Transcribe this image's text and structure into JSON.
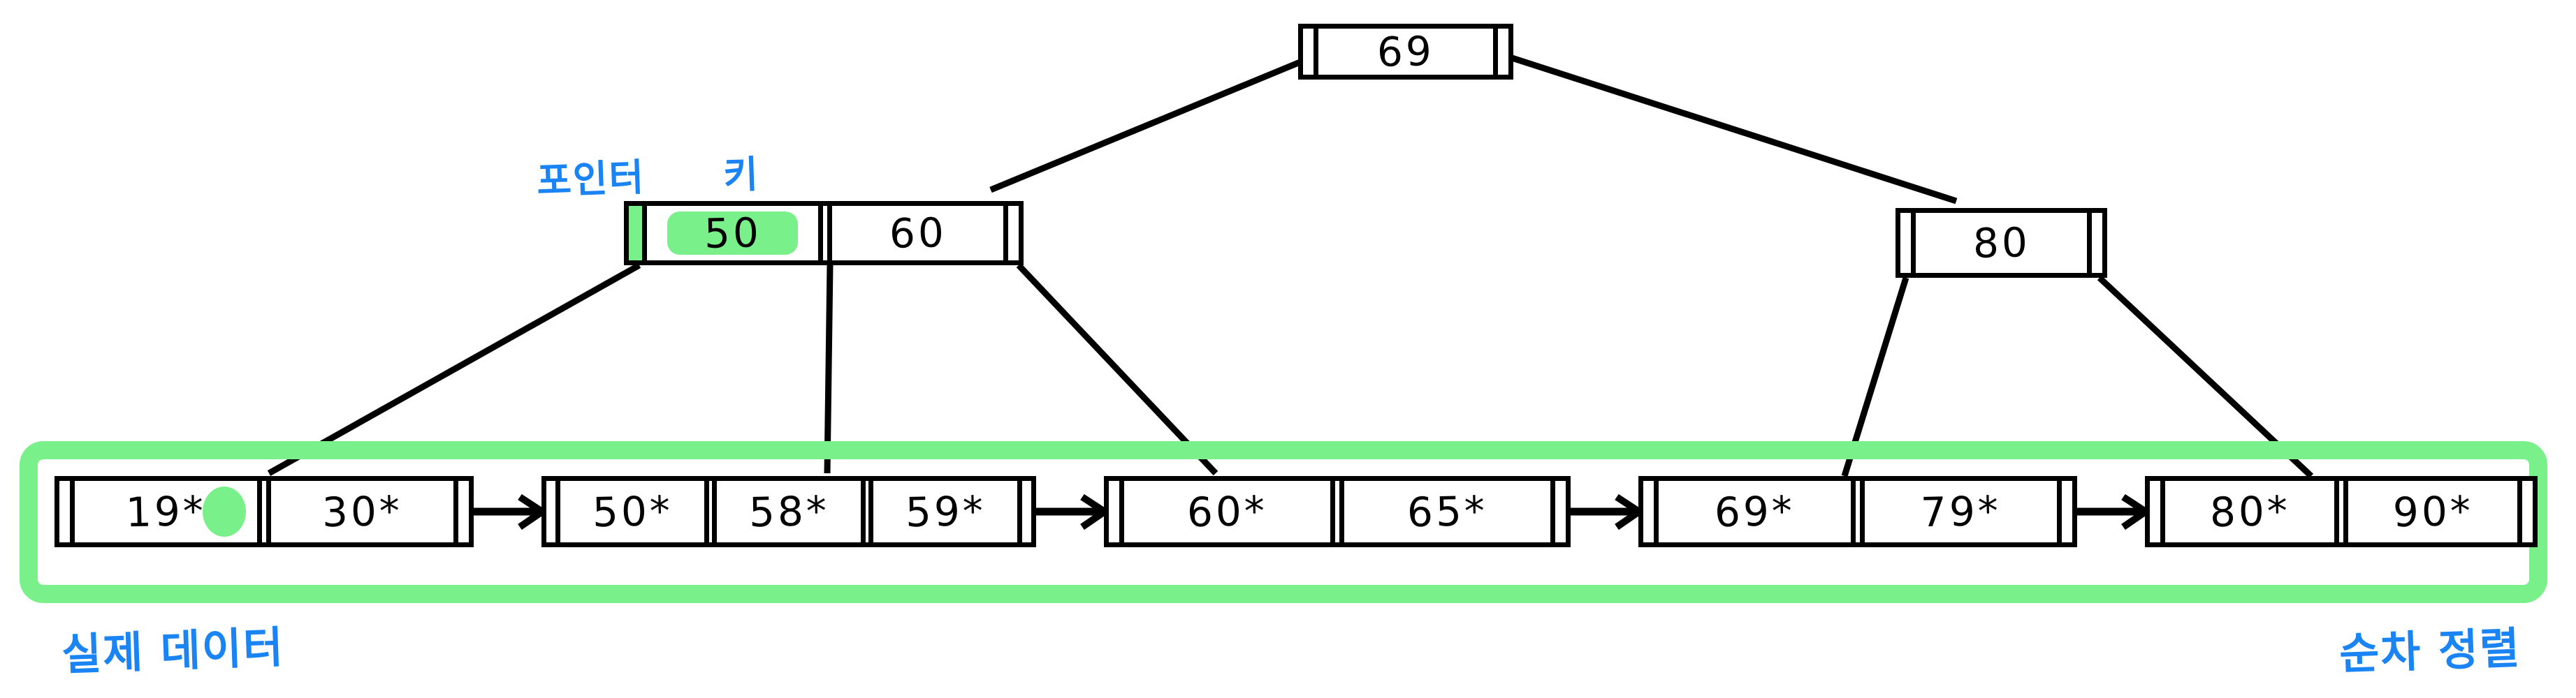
{
  "diagram": {
    "title_text": "",
    "colors": {
      "ink": "#000000",
      "annotation_blue": "#1a84f5",
      "highlight_green": "#7af08a"
    },
    "root": {
      "label": "root-node",
      "keys": [
        "69"
      ],
      "pointer_count": 2
    },
    "internal_nodes": [
      {
        "label": "internal-node-left",
        "keys": [
          "50",
          "60"
        ],
        "pointer_count": 3,
        "highlighted_key_index": 0,
        "highlighted_pointer_index": 0
      },
      {
        "label": "internal-node-right",
        "keys": [
          "80"
        ],
        "pointer_count": 2
      }
    ],
    "leaf_nodes": [
      {
        "label": "leaf-node-1",
        "entries": [
          "19*",
          "30*"
        ],
        "highlighted_entry_index": 0
      },
      {
        "label": "leaf-node-2",
        "entries": [
          "50*",
          "58*",
          "59*"
        ]
      },
      {
        "label": "leaf-node-3",
        "entries": [
          "60*",
          "65*"
        ]
      },
      {
        "label": "leaf-node-4",
        "entries": [
          "69*",
          "79*"
        ]
      },
      {
        "label": "leaf-node-5",
        "entries": [
          "80*",
          "90*"
        ]
      }
    ],
    "annotations": {
      "pointer_label": "포인터",
      "key_label": "키",
      "actual_data_label": "실제 데이터",
      "sequential_order_label": "순차 정렬"
    }
  }
}
